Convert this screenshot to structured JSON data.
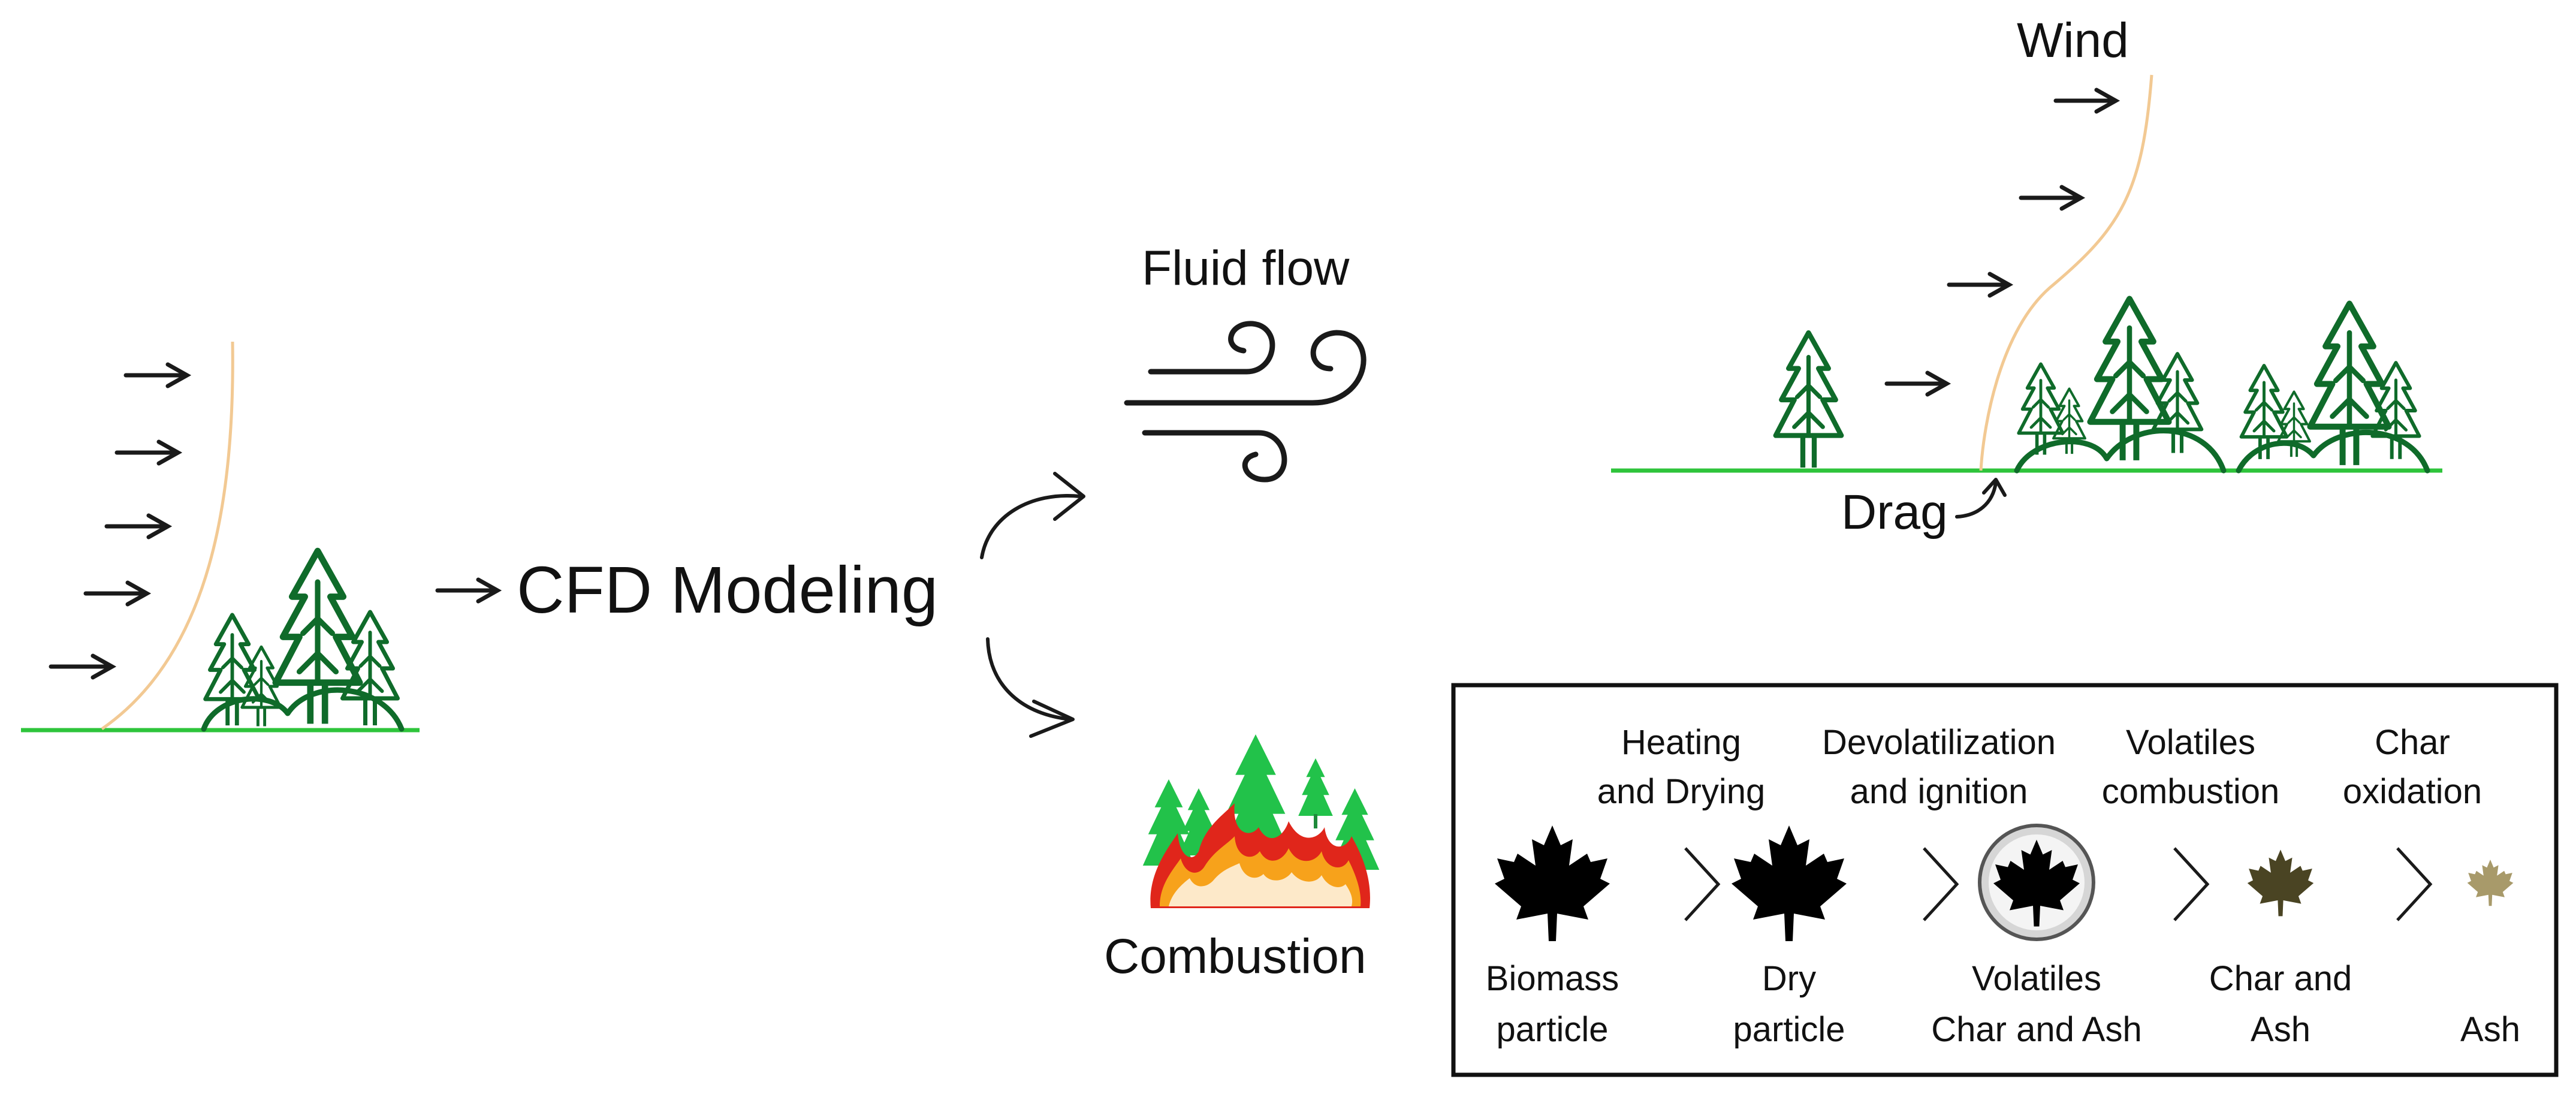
{
  "labels": {
    "cfd_modeling": "CFD Modeling",
    "fluid_flow": "Fluid flow",
    "combustion": "Combustion",
    "wind": "Wind",
    "drag": "Drag"
  },
  "process": {
    "steps": [
      {
        "top": [
          "",
          ""
        ],
        "bottom": [
          "Biomass",
          "particle"
        ],
        "leaf_color": "#000000"
      },
      {
        "top": [
          "Heating",
          "and Drying"
        ],
        "bottom": [
          "Dry",
          "particle"
        ],
        "leaf_color": "#000000"
      },
      {
        "top": [
          "Devolatilization",
          "and ignition"
        ],
        "bottom": [
          "Volatiles",
          "Char and Ash"
        ],
        "leaf_color": "#000000"
      },
      {
        "top": [
          "Volatiles",
          "combustion"
        ],
        "bottom": [
          "Char and",
          "Ash"
        ],
        "leaf_color": "#4a4423"
      },
      {
        "top": [
          "Char",
          "oxidation"
        ],
        "bottom": [
          "",
          "Ash"
        ],
        "leaf_color": "#a89a6a"
      }
    ]
  },
  "colors": {
    "ground": "#2ec43b",
    "tree_outline": "#0f6b2a",
    "wind_profile": "#f2c993",
    "fire_tree": "#22c24a",
    "flame_outer": "#e0261b",
    "flame_inner": "#f7a21b",
    "flame_core": "#fde9c9"
  },
  "icons": [
    "wind-arrow-icon",
    "tree-icon",
    "wind-swirl-icon",
    "forest-fire-icon",
    "maple-leaf-icon",
    "chevron-right-icon"
  ]
}
